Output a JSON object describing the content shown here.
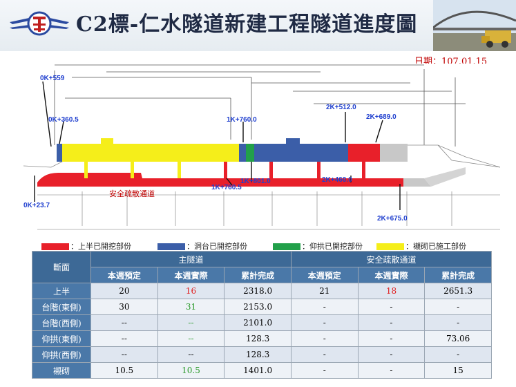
{
  "header": {
    "title": "C2標-仁水隧道新建工程隧道進度圖",
    "date": "日期：107.01.15"
  },
  "diagram": {
    "stations": {
      "s_0k559": "0K+559",
      "s_0k3605": "0K+360.5",
      "s_0k237": "0K+23.7",
      "s_1k760": "1K+760.0",
      "s_1k7605": "1K+760.5",
      "s_1k801": "1K+801.0",
      "s_2k512": "2K+512.0",
      "s_2k689": "2K+689.0",
      "s_2k460": "2K+460.0",
      "s_2k675": "2K+675.0"
    },
    "escape_tunnel_label": "安全疏散通道"
  },
  "legend": {
    "items": [
      {
        "label": "：上半已開挖部份",
        "color": "#e8202a"
      },
      {
        "label": "：洞台已開挖部份",
        "color": "#3b5ea8"
      },
      {
        "label": "：仰拱已開挖部份",
        "color": "#22a04a"
      },
      {
        "label": "：襯砌已施工部份",
        "color": "#f5ee1a"
      }
    ]
  },
  "table": {
    "section_header": "斷面",
    "group_main": "主隧道",
    "group_escape": "安全疏散通道",
    "cols": [
      "本週預定",
      "本週實際",
      "累計完成",
      "本週預定",
      "本週實際",
      "累計完成"
    ],
    "rows": [
      {
        "name": "上半",
        "cells": [
          "20",
          "16",
          "2318.0",
          "21",
          "18",
          "2651.3"
        ]
      },
      {
        "name": "台階(東側)",
        "cells": [
          "30",
          "31",
          "2153.0",
          "-",
          "-",
          "-"
        ]
      },
      {
        "name": "台階(西側)",
        "cells": [
          "--",
          "--",
          "2101.0",
          "-",
          "-",
          "-"
        ]
      },
      {
        "name": "仰拱(東側)",
        "cells": [
          "--",
          "--",
          "128.3",
          "-",
          "-",
          "73.06"
        ]
      },
      {
        "name": "仰拱(西側)",
        "cells": [
          "--",
          "--",
          "128.3",
          "-",
          "-",
          "-"
        ]
      },
      {
        "name": "襯砌",
        "cells": [
          "10.5",
          "10.5",
          "1401.0",
          "-",
          "-",
          "15"
        ]
      }
    ]
  }
}
